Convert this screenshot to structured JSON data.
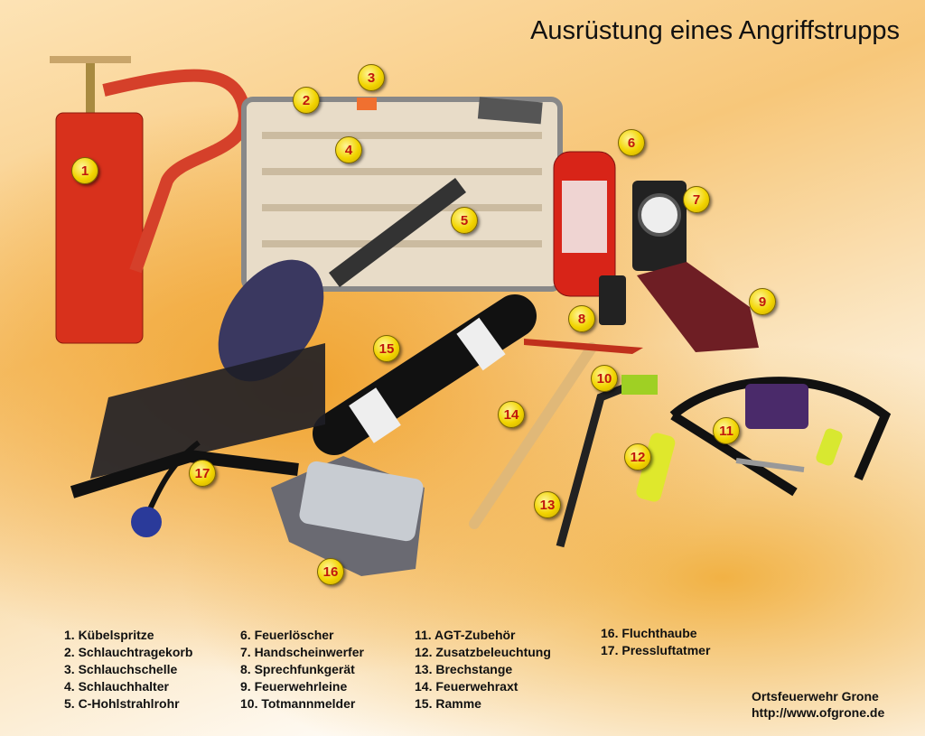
{
  "title": "Ausrüstung eines Angriffstrupps",
  "badges": [
    "1",
    "2",
    "3",
    "4",
    "5",
    "6",
    "7",
    "8",
    "9",
    "10",
    "11",
    "12",
    "13",
    "14",
    "15",
    "16",
    "17"
  ],
  "legend": {
    "col1": [
      "1. Kübelspritze",
      "2. Schlauchtragekorb",
      "3. Schlauchschelle",
      "4. Schlauchhalter",
      "5. C-Hohlstrahlrohr"
    ],
    "col2": [
      "6. Feuerlöscher",
      "7. Handscheinwerfer",
      "8. Sprechfunkgerät",
      "9. Feuerwehrleine",
      "10. Totmannmelder"
    ],
    "col3": [
      "11. AGT-Zubehör",
      "12. Zusatzbeleuchtung",
      "13. Brechstange",
      "14. Feuerwehraxt",
      "15. Ramme"
    ],
    "col4": [
      "16. Fluchthaube",
      "17. Pressluftatmer"
    ]
  },
  "credit": {
    "org": "Ortsfeuerwehr Grone",
    "url": "http://www.ofgrone.de"
  }
}
